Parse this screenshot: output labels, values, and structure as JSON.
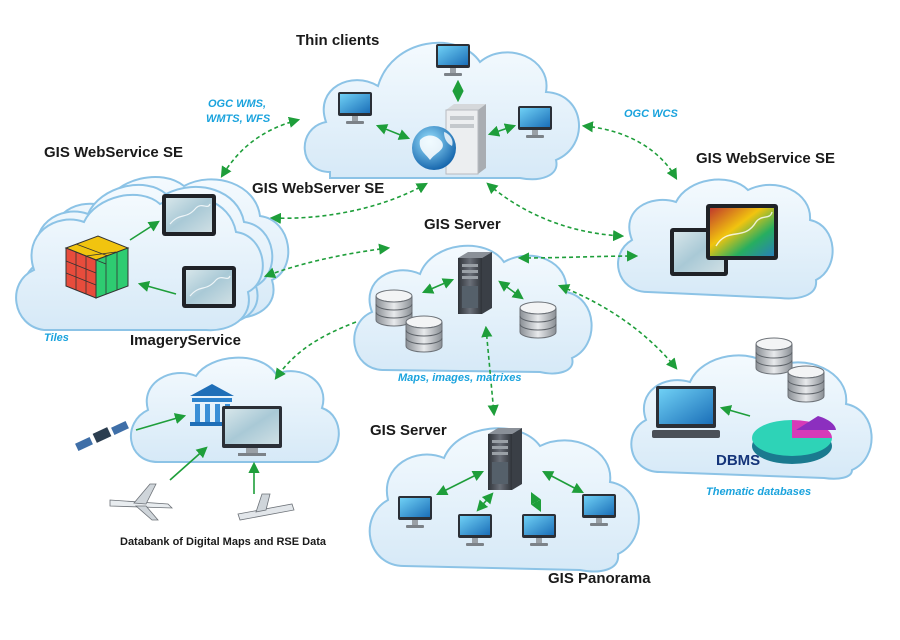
{
  "labels": {
    "thin_clients": "Thin clients",
    "ogc_wms": "OGC WMS,",
    "wmts_wfs": "WMTS, WFS",
    "ogc_wcs": "OGC WCS",
    "gis_webservice_left": "GIS WebService SE",
    "gis_webservice_right": "GIS WebService SE",
    "gis_webserver": "GIS WebServer SE",
    "gis_server_top": "GIS Server",
    "gis_server_bottom": "GIS Server",
    "tiles": "Tiles",
    "imagery_service": "ImageryService",
    "maps_images": "Maps, images, matrixes",
    "dbms": "DBMS",
    "thematic_databases": "Thematic databases",
    "databank": "Databank of Digital Maps and RSE Data",
    "gis_panorama": "GIS Panorama"
  },
  "colors": {
    "cloud_fill": "#e4f1fb",
    "cloud_stroke": "#8cc3e6",
    "arrow_green": "#1e9e3a",
    "note_blue": "#1aa3dd",
    "server_dark": "#4a4f57"
  },
  "icons": [
    "globe-icon",
    "monitor-icon",
    "server-tower-icon",
    "database-icon",
    "tablet-icon",
    "rubiks-cube-icon",
    "satellite-icon",
    "airplane-icon",
    "drone-icon",
    "library-icon",
    "pie-chart-icon"
  ]
}
